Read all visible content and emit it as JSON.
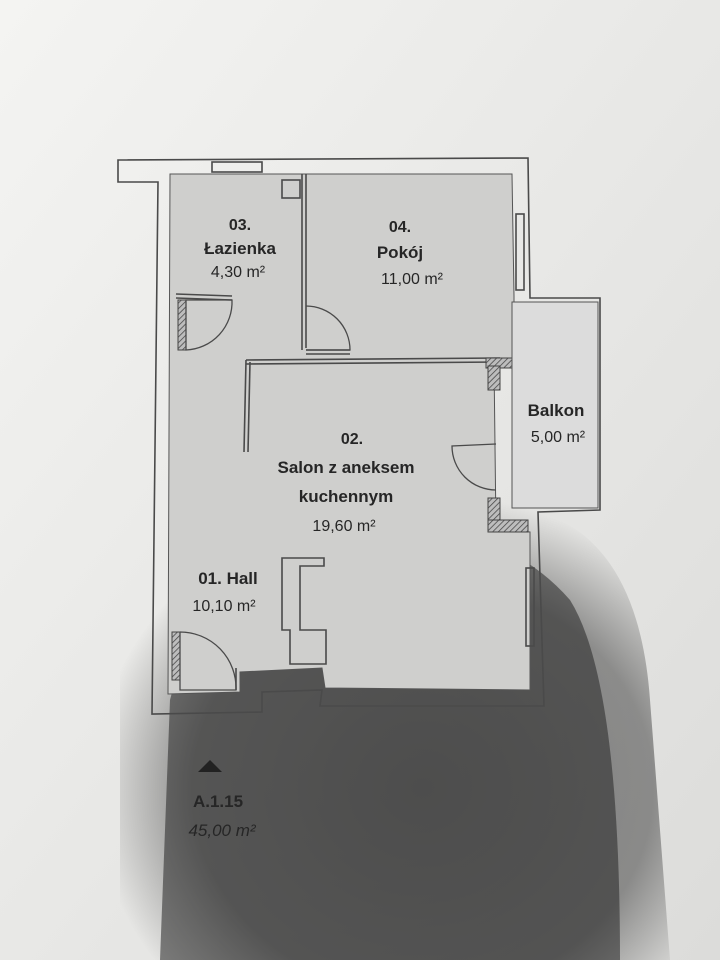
{
  "rooms": {
    "bathroom": {
      "number": "03.",
      "name": "Łazienka",
      "area": "4,30 m²"
    },
    "room": {
      "number": "04.",
      "name": "Pokój",
      "area": "11,00 m²"
    },
    "balcony": {
      "name": "Balkon",
      "area": "5,00 m²"
    },
    "living": {
      "number": "02.",
      "name_line1": "Salon z aneksem",
      "name_line2": "kuchennym",
      "area": "19,60 m²"
    },
    "hall": {
      "name": "01. Hall",
      "area": "10,10 m²"
    }
  },
  "apartment": {
    "code": "A.1.15",
    "area": "45,00 m²"
  },
  "colors": {
    "paper": "#f2f2f0",
    "floor": "#d0d0ce",
    "wall": "#4a4a4a",
    "shadow": "#2b2b2b"
  }
}
